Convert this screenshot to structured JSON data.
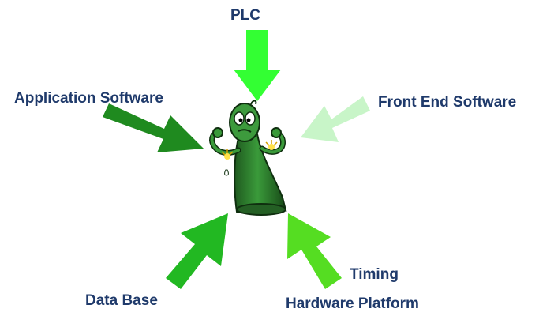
{
  "labels": {
    "plc": "PLC",
    "application_software": "Application Software",
    "front_end_software": "Front End Software",
    "data_base": "Data Base",
    "timing": "Timing",
    "hardware_platform": "Hardware Platform"
  },
  "colors": {
    "label_text": "#1f3a6b",
    "arrow_plc": "#33ff33",
    "arrow_application": "#1f8a1f",
    "arrow_front_end": "#c8f5c8",
    "arrow_data_base": "#22b822",
    "arrow_timing_hardware": "#55dd22",
    "figure_body": "#2f7d2f"
  },
  "figure": "stressed-cartoon-bowling-pin-character"
}
